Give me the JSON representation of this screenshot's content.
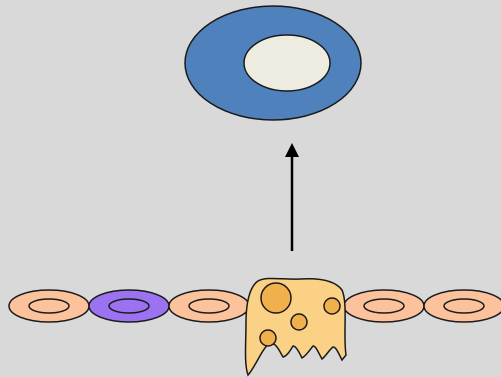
{
  "diagram": {
    "background": "#d9d9d9",
    "target_cell": {
      "outer_fill": "#4f81bd",
      "inner_fill": "#eeebe0",
      "stroke": "#1a1a1a"
    },
    "arrow": {
      "color": "#000000",
      "direction": "up"
    },
    "cell_row": {
      "cells": [
        {
          "type": "oval",
          "fill": "#fbc29b",
          "nucleus_fill": "#fbc29b"
        },
        {
          "type": "oval",
          "fill": "#9b72f0",
          "nucleus_fill": "#9b72f0"
        },
        {
          "type": "oval",
          "fill": "#fbc29b",
          "nucleus_fill": "#fbc29b"
        },
        {
          "type": "irregular",
          "fill": "#fbd186",
          "granule_fill": "#f0b14c"
        },
        {
          "type": "oval",
          "fill": "#fbc29b",
          "nucleus_fill": "#fbc29b"
        },
        {
          "type": "oval",
          "fill": "#fbc29b",
          "nucleus_fill": "#fbc29b"
        }
      ]
    }
  }
}
